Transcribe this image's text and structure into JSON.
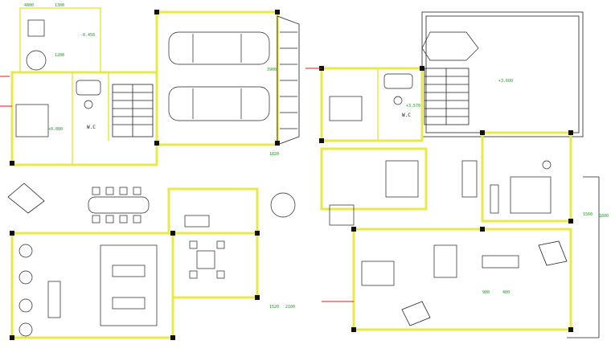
{
  "drawing": {
    "colors": {
      "wall": "#e8e84a",
      "dimension": "#1a9a1a",
      "line": "#222222",
      "column": "#111111",
      "axis": "#e01818",
      "background": "#ffffff"
    },
    "labels": {
      "wc_left": "W.C",
      "wc_right": "W.C",
      "dim_top_left_a": "4800",
      "dim_top_left_b": "1300",
      "dim_mid_a": "1200",
      "dim_mid_b": "1820",
      "dim_stair": "3900",
      "dim_bottom": "1520",
      "dim_bottom_b": "2100",
      "dim_right_a": "900",
      "dim_right_b": "400",
      "dim_right_c": "1560",
      "dim_right_d": "1800",
      "level_a": "+0.000",
      "level_b": "-0.450",
      "level_c": "+3.600",
      "level_d": "+3.570"
    }
  }
}
